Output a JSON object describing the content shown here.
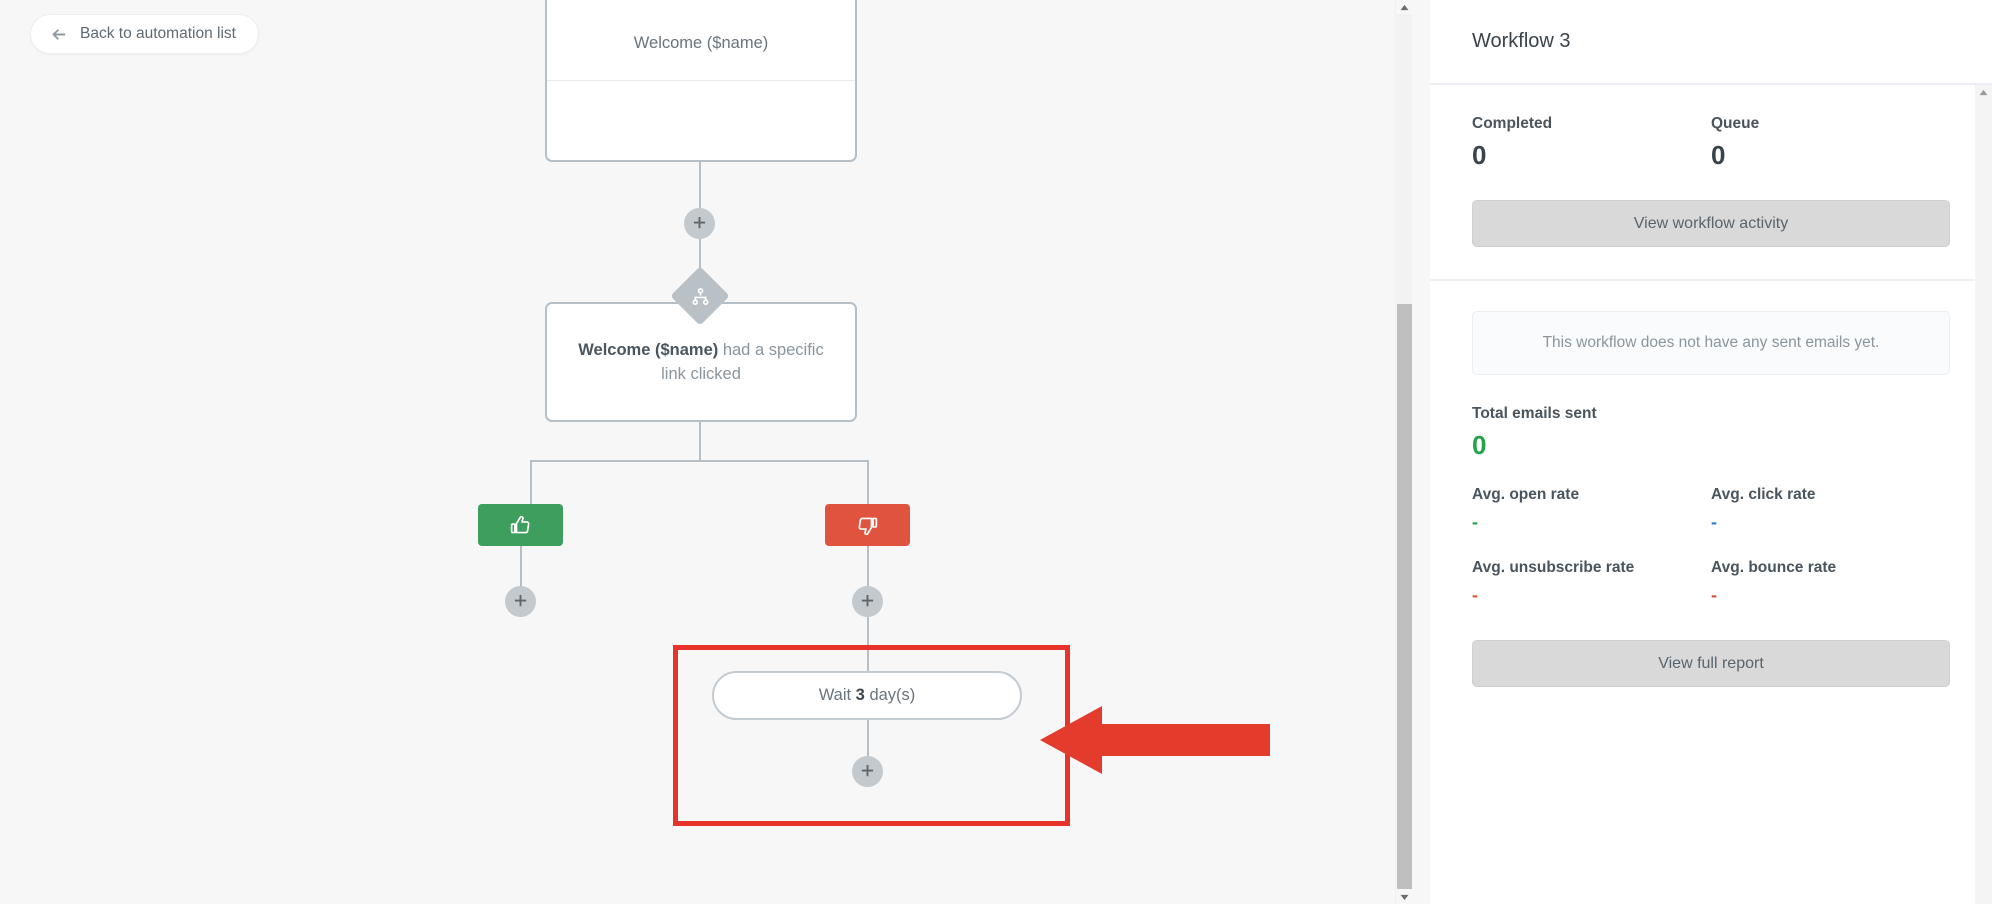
{
  "canvas": {
    "back_button": {
      "label": "Back to automation list",
      "icon": "arrow-left-icon"
    },
    "nodes": {
      "email": {
        "caption": "Welcome ($name)"
      },
      "condition": {
        "bold_part": "Welcome ($name)",
        "rest_part": " had a specific link clicked",
        "icon": "branch-split-icon"
      },
      "branch_yes": {
        "icon": "thumbs-up-icon",
        "color": "#3d9e5d"
      },
      "branch_no": {
        "icon": "thumbs-down-icon",
        "color": "#e0543f"
      },
      "wait": {
        "prefix": "Wait ",
        "value": "3",
        "suffix": " day(s)"
      }
    },
    "add_buttons": {
      "label": "+"
    },
    "annotation": {
      "color": "#e8332a",
      "arrow_direction": "left"
    }
  },
  "panel": {
    "header": {
      "title": "Workflow 3"
    },
    "overview": {
      "completed": {
        "label": "Completed",
        "value": "0"
      },
      "queue": {
        "label": "Queue",
        "value": "0"
      },
      "activity_button": "View workflow activity"
    },
    "report": {
      "notice": "This workflow does not have any sent emails yet.",
      "total_emails": {
        "label": "Total emails sent",
        "value": "0",
        "color": "#22a34a"
      },
      "open_rate": {
        "label": "Avg. open rate",
        "value": "-",
        "color": "#22a34a"
      },
      "click_rate": {
        "label": "Avg. click rate",
        "value": "-",
        "color": "#2f7fd4"
      },
      "unsubscribe_rate": {
        "label": "Avg. unsubscribe rate",
        "value": "-",
        "color": "#e05a2f"
      },
      "bounce_rate": {
        "label": "Avg. bounce rate",
        "value": "-",
        "color": "#e0543f"
      },
      "full_report_button": "View full report"
    }
  }
}
